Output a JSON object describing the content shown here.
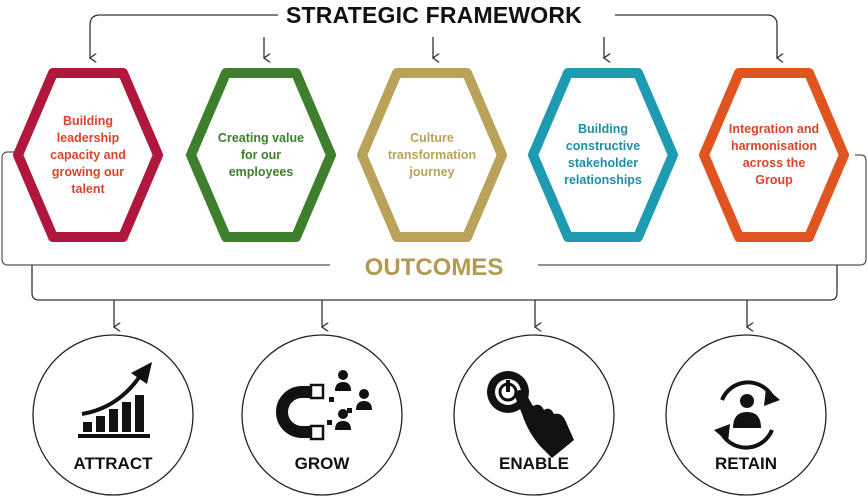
{
  "title": "STRATEGIC FRAMEWORK",
  "outcomes_title": "OUTCOMES",
  "pillars": [
    {
      "label": "Building leadership capacity and growing our talent",
      "color": "#b0173e",
      "text_color": "#d8452c"
    },
    {
      "label": "Creating value for our employees",
      "color": "#3d7f2c",
      "text_color": "#3d7f2c"
    },
    {
      "label": "Culture transformation journey",
      "color": "#b9a35a",
      "text_color": "#b9a35a"
    },
    {
      "label": "Building constructive stakeholder relationships",
      "color": "#1f9bb1",
      "text_color": "#1f8fa3"
    },
    {
      "label": "Integration and harmonisation across the Group",
      "color": "#e0541f",
      "text_color": "#d8452c"
    }
  ],
  "outcomes": [
    {
      "label": "ATTRACT",
      "icon": "growth-chart-icon"
    },
    {
      "label": "GROW",
      "icon": "magnet-people-icon"
    },
    {
      "label": "ENABLE",
      "icon": "hand-power-button-icon"
    },
    {
      "label": "RETAIN",
      "icon": "person-cycle-icon"
    }
  ]
}
